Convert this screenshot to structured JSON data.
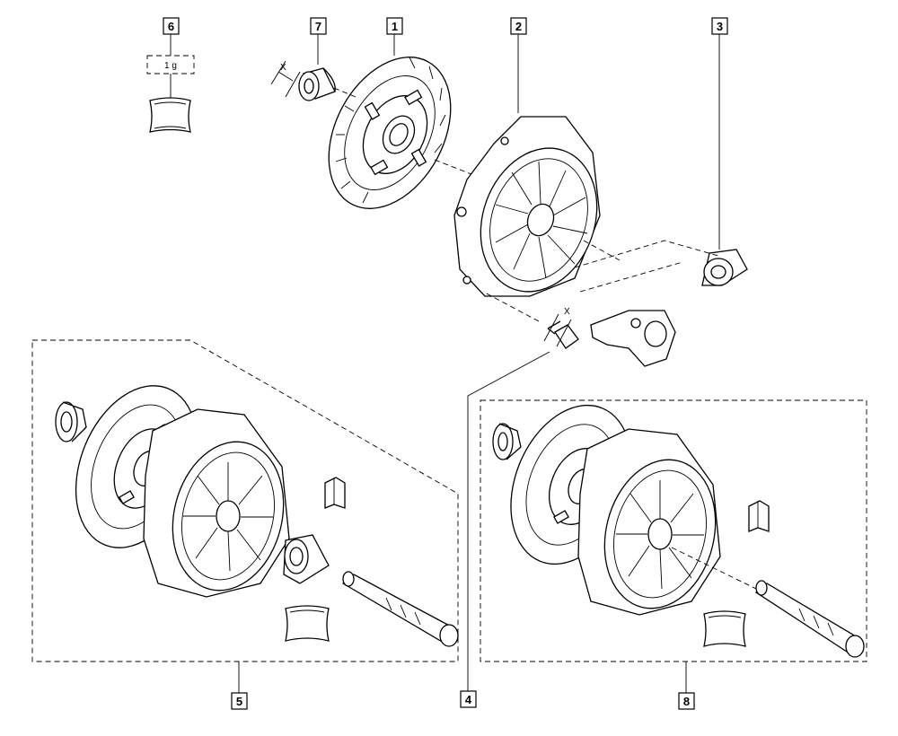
{
  "callouts": {
    "c1": "1",
    "c2": "2",
    "c3": "3",
    "c4": "4",
    "c5": "5",
    "c6": "6",
    "c7": "7",
    "c8": "8"
  },
  "grease_label": "1 g",
  "dimension_marks": {
    "bearing_x": "X",
    "bolt_x": "X"
  },
  "colors": {
    "line": "#000000",
    "background": "#ffffff"
  }
}
